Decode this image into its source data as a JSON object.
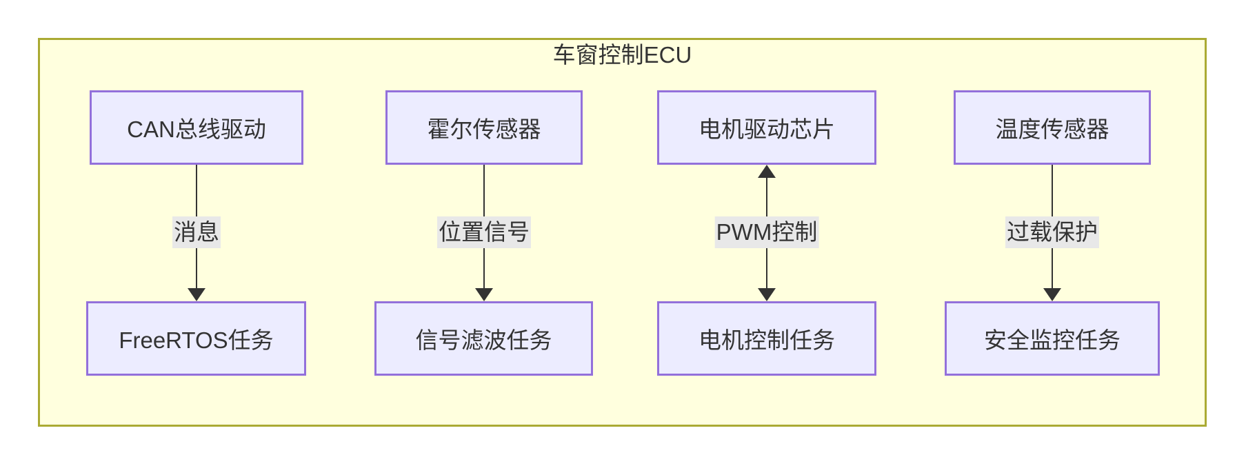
{
  "diagram": {
    "type": "flowchart-top-down",
    "title": "车窗控制ECU",
    "columns": [
      {
        "source": "CAN总线驱动",
        "target": "FreeRTOS任务",
        "edge_label": "消息",
        "arrow": "unidirectional-down"
      },
      {
        "source": "霍尔传感器",
        "target": "信号滤波任务",
        "edge_label": "位置信号",
        "arrow": "unidirectional-down"
      },
      {
        "source": "电机驱动芯片",
        "target": "电机控制任务",
        "edge_label": "PWM控制",
        "arrow": "bidirectional"
      },
      {
        "source": "温度传感器",
        "target": "安全监控任务",
        "edge_label": "过载保护",
        "arrow": "unidirectional-down"
      }
    ],
    "colors": {
      "subgraph_fill": "#ffffde",
      "subgraph_border": "#aaaa33",
      "node_fill": "#ececff",
      "node_border": "#9370db",
      "edge": "#333333",
      "edge_label_bg": "#e8e8e8",
      "text": "#333333"
    }
  }
}
